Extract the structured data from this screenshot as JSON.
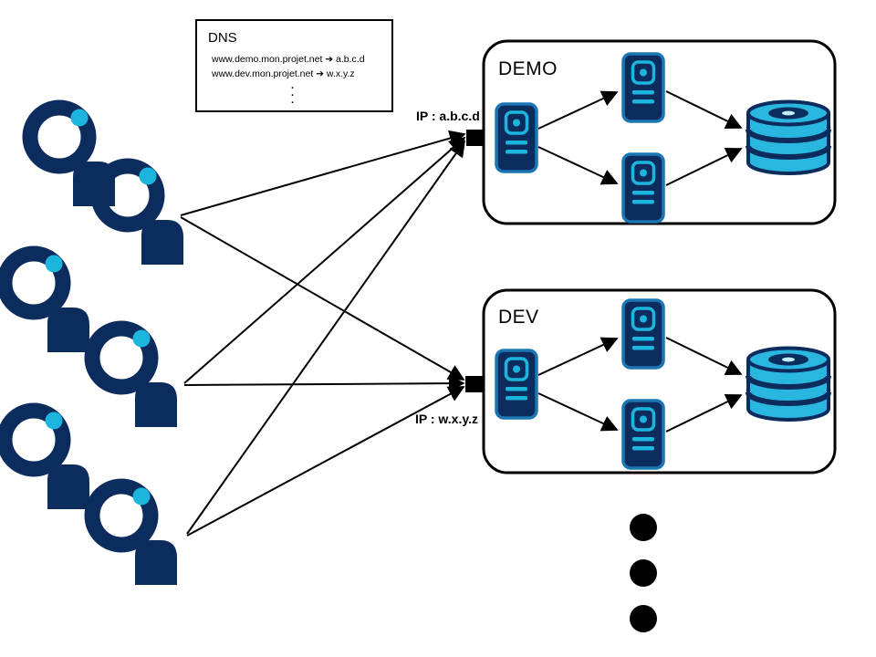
{
  "dns_box": {
    "title": "DNS",
    "entries": [
      "www.demo.mon.projet.net ➔ a.b.c.d",
      "www.dev.mon.projet.net ➔ w.x.y.z"
    ],
    "dot": "."
  },
  "environments": [
    {
      "label": "DEMO",
      "ip_label": "IP : a.b.c.d"
    },
    {
      "label": "DEV",
      "ip_label": "IP : w.x.y.z"
    }
  ],
  "user_count": 6,
  "colors": {
    "navy": "#0d2c5e",
    "cyan": "#1cb5de",
    "disk_cyan": "#29b7e0",
    "outline": "#000000",
    "background": "#ffffff"
  }
}
